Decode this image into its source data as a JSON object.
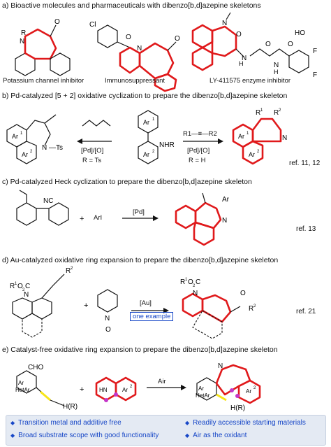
{
  "sections": {
    "a": {
      "heading": "a) Bioactive molecules and pharmaceuticals with dibenzo[b,d]azepine skeletons",
      "captions": [
        "Potassium channel inhibitor",
        "Immunosuppressant",
        "LY-411575  enzyme inhibitor"
      ]
    },
    "b": {
      "heading": "b) Pd-catalyzed [5 + 2] oxidative cyclization to prepare the dibenzo[b,d]azepine skeleton",
      "left_cond_top": "[Pd]/[O]",
      "left_cond_bottom": "R = Ts",
      "right_cond_top": "[Pd]/[O]",
      "right_cond_bottom": "R = H",
      "alkyne": "R1—≡—R2",
      "ref": "ref. 11, 12"
    },
    "c": {
      "heading": "c) Pd-catalyzed Heck cyclization to prepare the dibenzo[b,d]azepine skeleton",
      "reagent": "ArI",
      "cond": "[Pd]",
      "ref": "ref. 13"
    },
    "d": {
      "heading": "d) Au-catalyzed oxidative ring expansion to prepare the dibenzo[b,d]azepine skeleton",
      "cond": "[Au]",
      "note": "one example",
      "ref": "ref. 21"
    },
    "e": {
      "heading": "e) Catalyst-free oxidative ring expansion to prepare the dibenzo[b,d]azepine skeleton",
      "cond": "Air"
    }
  },
  "features": [
    "Transition metal and additive free",
    "Readily accessible starting materials",
    "Broad substrate scope with good functionality",
    "Air as the oxidant"
  ],
  "colors": {
    "highlight": "#e0191b",
    "accent_blue": "#1747c7",
    "banner": "#e4eaf3"
  }
}
